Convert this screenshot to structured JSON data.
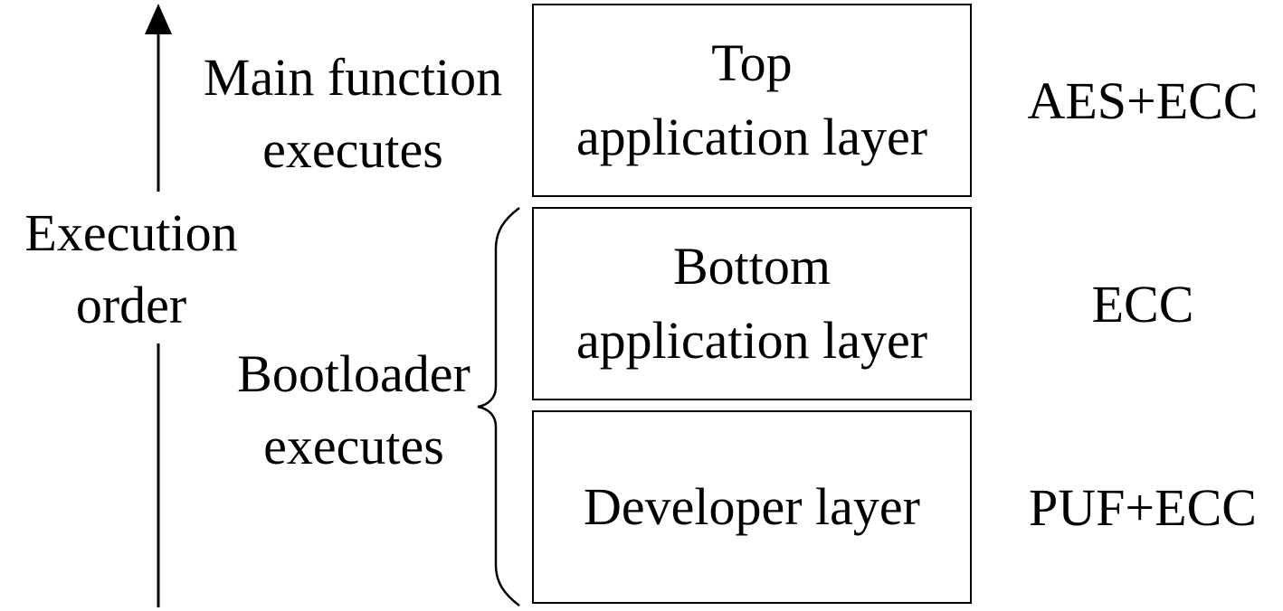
{
  "axis": {
    "label_line1": "Execution",
    "label_line2": "order"
  },
  "phases": {
    "main": {
      "line1": "Main function",
      "line2": "executes"
    },
    "bootloader": {
      "line1": "Bootloader",
      "line2": "executes"
    }
  },
  "layers": [
    {
      "line1": "Top",
      "line2": "application layer",
      "crypto": "AES+ECC"
    },
    {
      "line1": "Bottom",
      "line2": "application layer",
      "crypto": "ECC"
    },
    {
      "line1": "Developer layer",
      "line2": "",
      "crypto": "PUF+ECC"
    }
  ]
}
